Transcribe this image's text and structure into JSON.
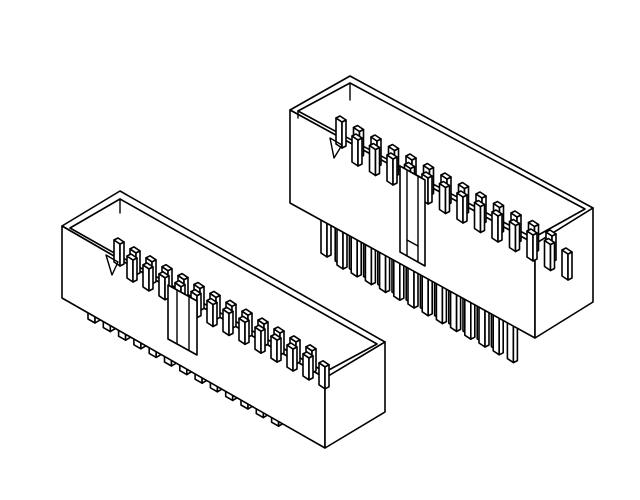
{
  "drawing": {
    "colors": {
      "background": "#ffffff",
      "stroke": "#000000"
    },
    "components": [
      {
        "name": "smt-box-header",
        "pin_rows": 2,
        "pins_per_row": 13,
        "mount": "surface-mount"
      },
      {
        "name": "through-hole-box-header",
        "pin_rows": 2,
        "pins_per_row": 13,
        "mount": "through-hole"
      }
    ]
  }
}
